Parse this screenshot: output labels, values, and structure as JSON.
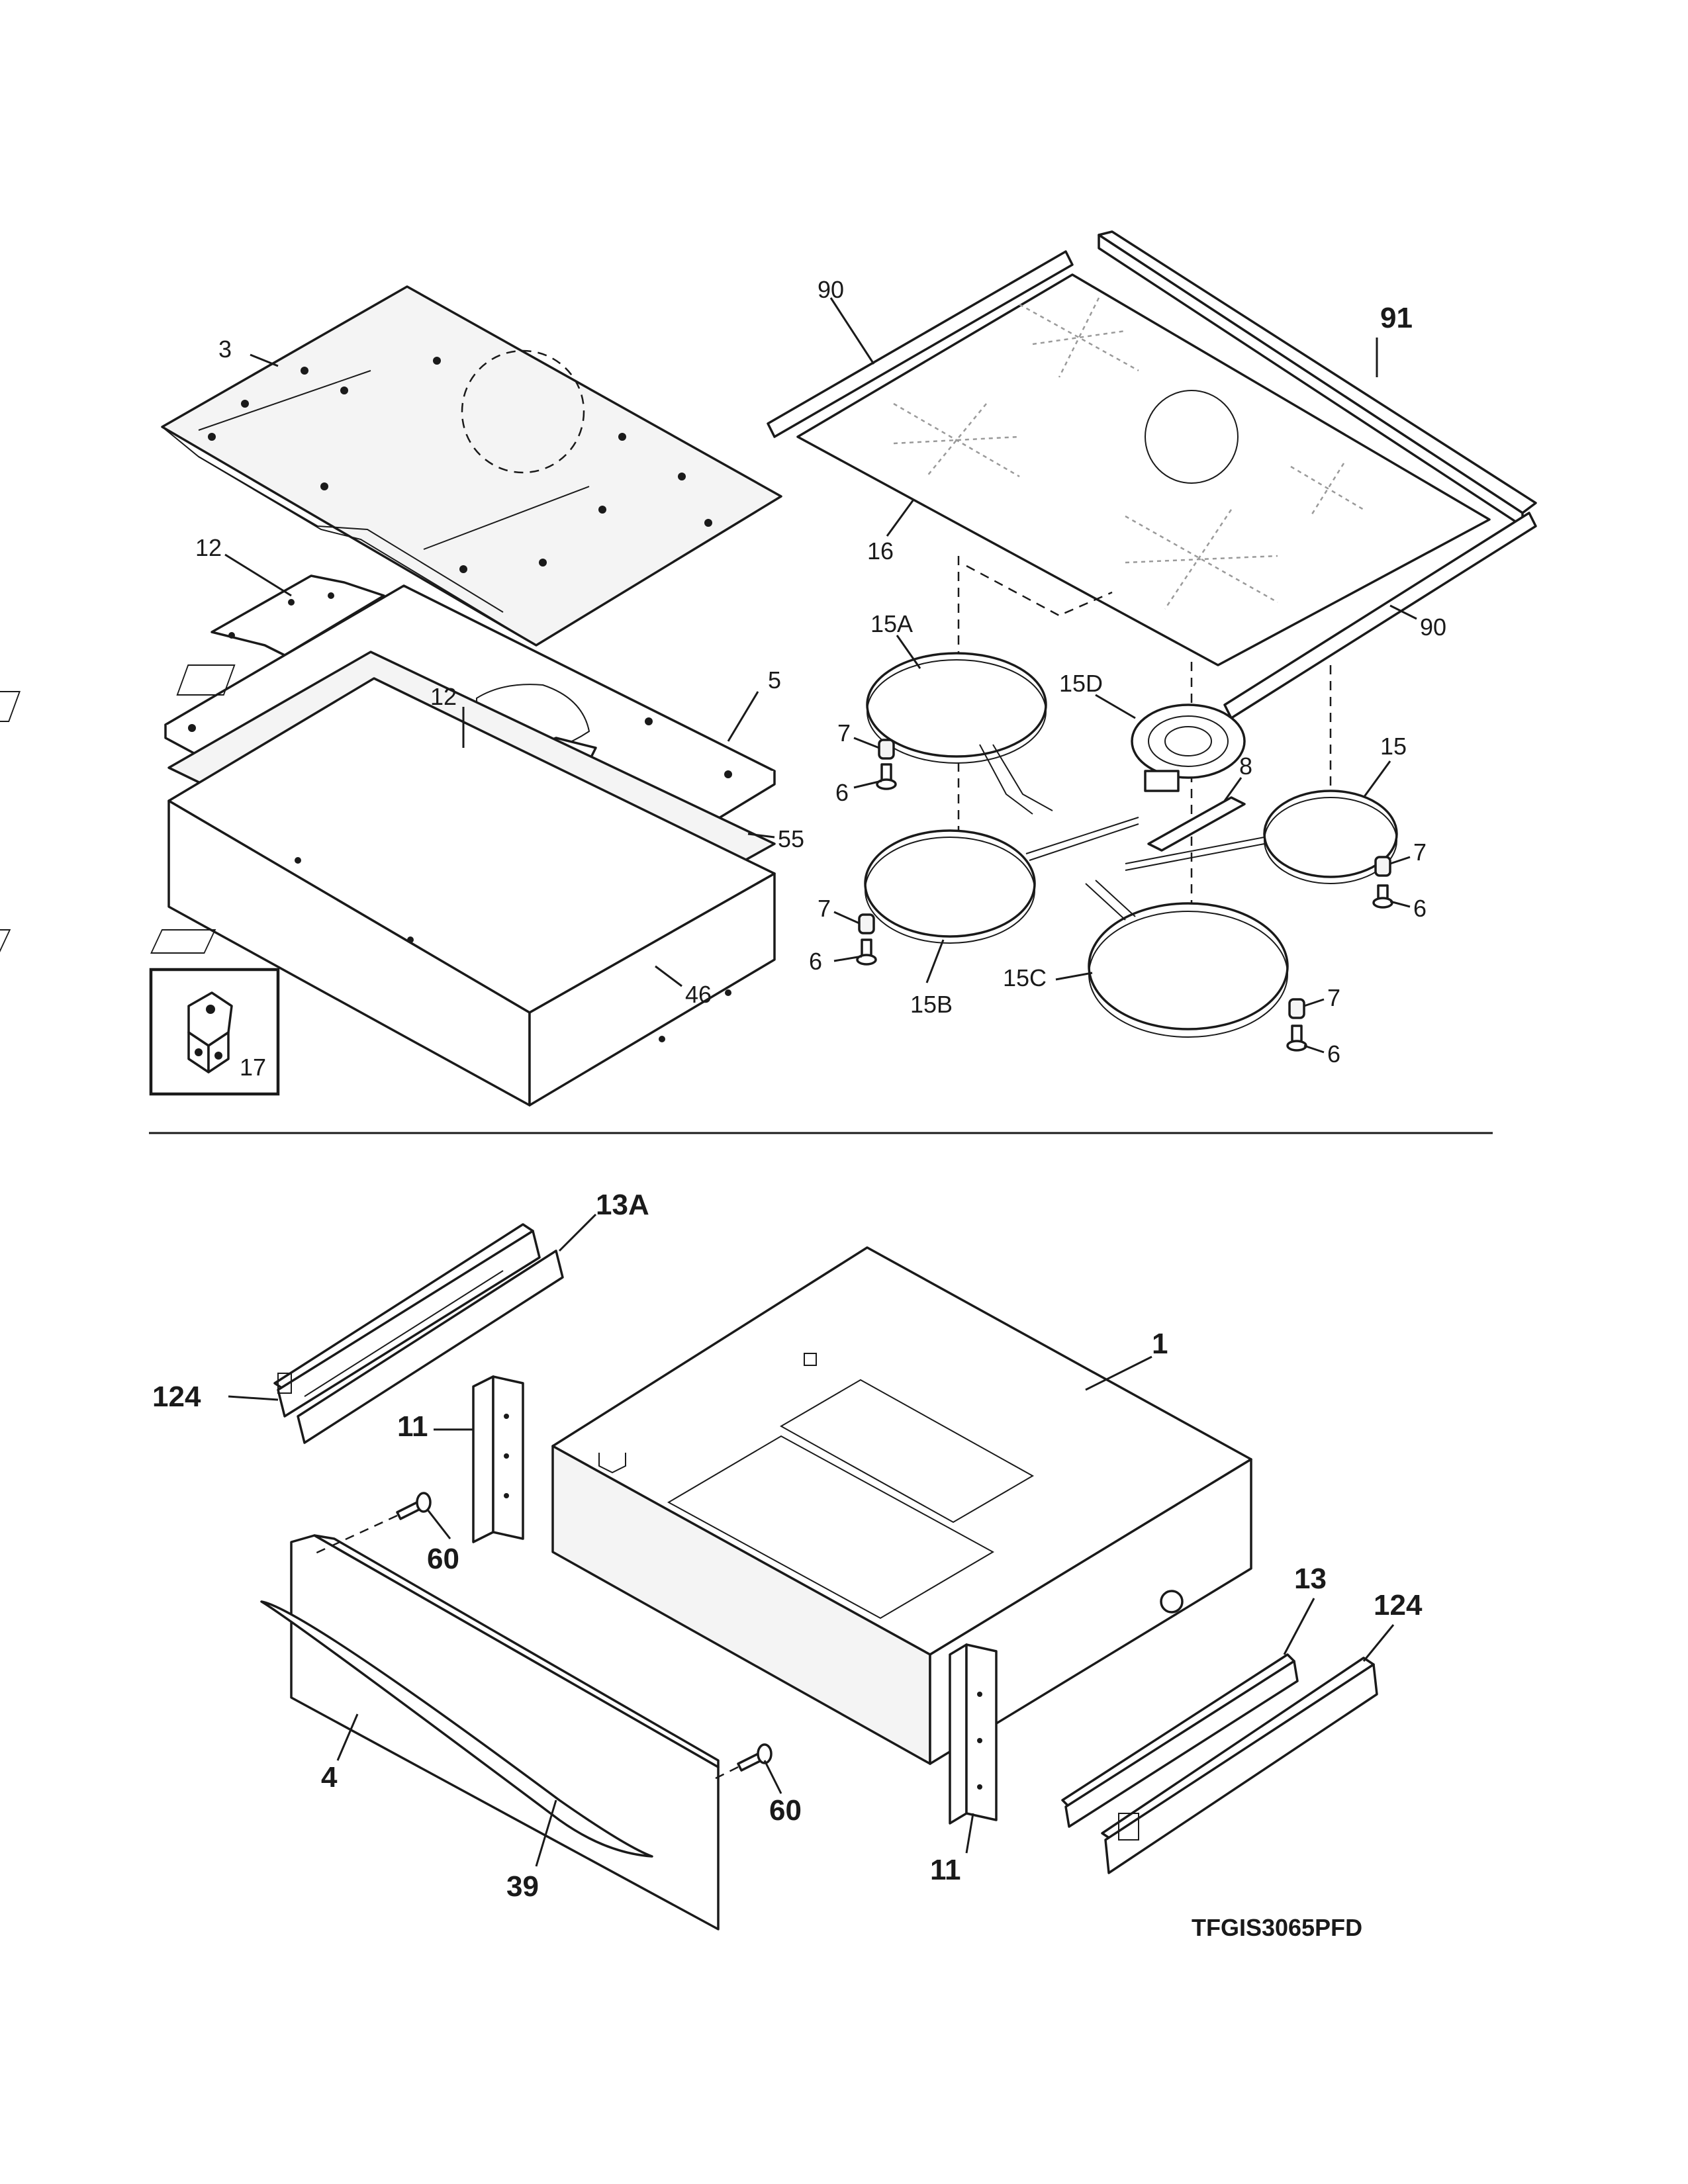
{
  "model": "TFGIS3065PFD",
  "upper_section": {
    "labels": {
      "p3": "3",
      "p12a": "12",
      "p12b": "12",
      "p5": "5",
      "p55": "55",
      "p46": "46",
      "p17": "17",
      "p90a": "90",
      "p90b": "90",
      "p91": "91",
      "p16": "16",
      "p15a": "15A",
      "p15d": "15D",
      "p15": "15",
      "p15b": "15B",
      "p15c": "15C",
      "p7a": "7",
      "p6a": "6",
      "p8": "8",
      "p7b": "7",
      "p6b": "6",
      "p7c": "7",
      "p6c": "6",
      "p7d": "7",
      "p6d": "6"
    }
  },
  "lower_section": {
    "labels": {
      "p13a": "13A",
      "p124a": "124",
      "p11a": "11",
      "p1": "1",
      "p60a": "60",
      "p4": "4",
      "p39": "39",
      "p60b": "60",
      "p11b": "11",
      "p13": "13",
      "p124b": "124"
    }
  }
}
